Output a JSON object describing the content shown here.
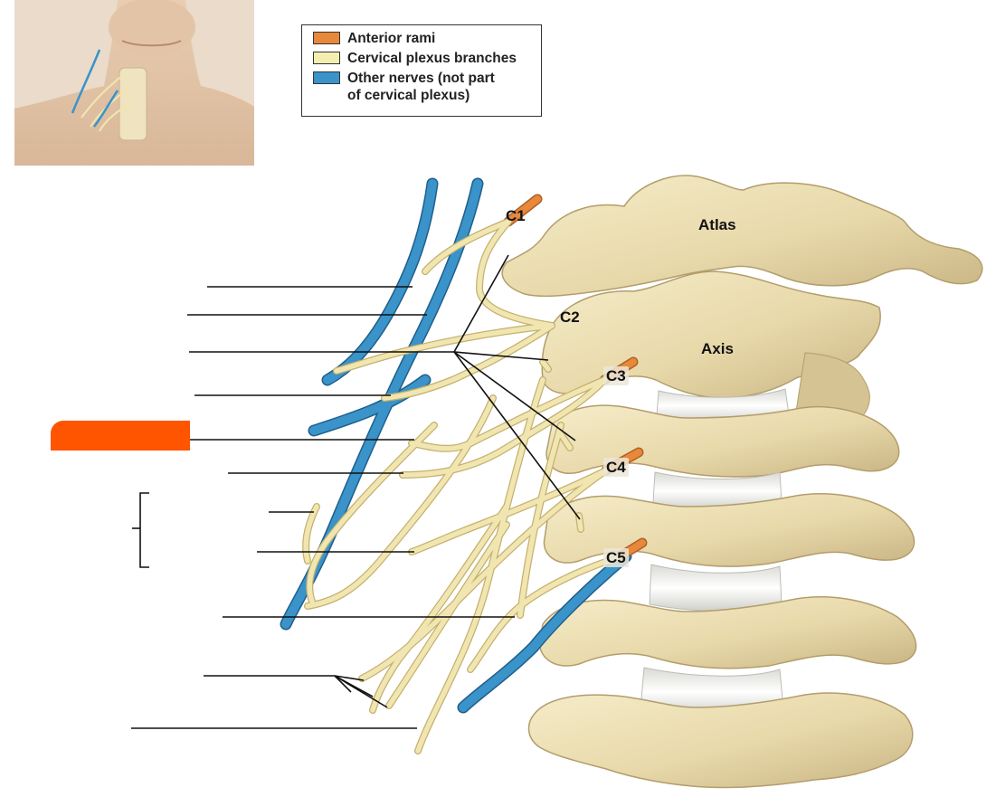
{
  "legend": {
    "items": [
      {
        "label": "Anterior rami",
        "color": "#e7883a"
      },
      {
        "label": "Cervical plexus branches",
        "color": "#f4efb0"
      },
      {
        "label": "Other nerves (not part\nof cervical plexus)",
        "color": "#3a93c9"
      }
    ]
  },
  "labels": {
    "atlas": "Atlas",
    "axis": "Axis",
    "c1": "C1",
    "c2": "C2",
    "c3": "C3",
    "c4": "C4",
    "c5": "C5"
  },
  "colors": {
    "bone": "#ecdfb6",
    "bone_shadow": "#cdb988",
    "disc": "#f1f1ee",
    "anterior_rami": "#e7883a",
    "plexus": "#f1e6b1",
    "other_nerves": "#3a93c9",
    "redact": "#ff5400"
  }
}
